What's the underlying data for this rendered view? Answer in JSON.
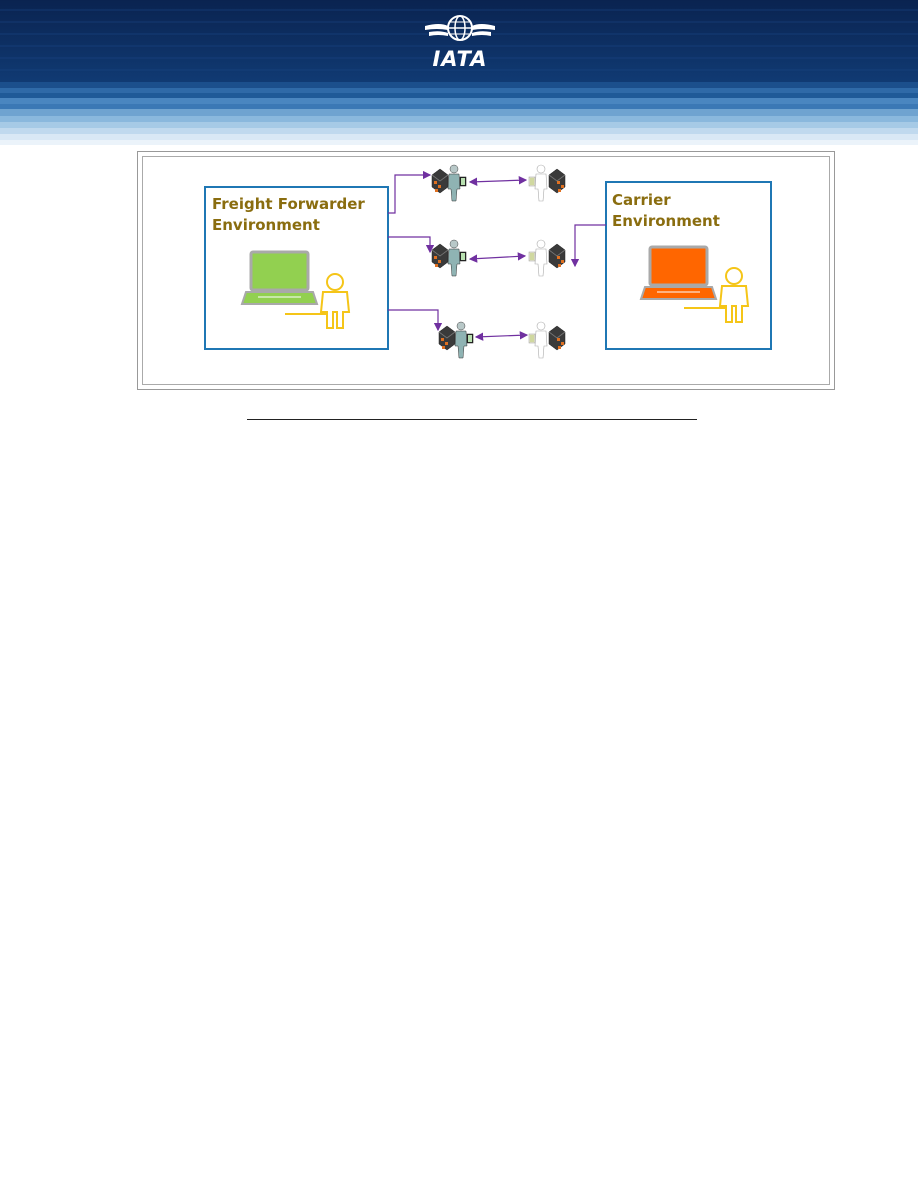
{
  "header": {
    "logo_text": "IATA"
  },
  "diagram": {
    "forwarder_environment": {
      "title": "Freight Forwarder Environment"
    },
    "carrier_environment": {
      "title": "Carrier Environment"
    },
    "colors": {
      "box_border": "#1f77b4",
      "arrow": "#7030a0",
      "title_text": "#8a6d0f",
      "forwarder_screen": "#92d050",
      "carrier_screen": "#ff6600",
      "person_outline": "#f5c518"
    }
  }
}
